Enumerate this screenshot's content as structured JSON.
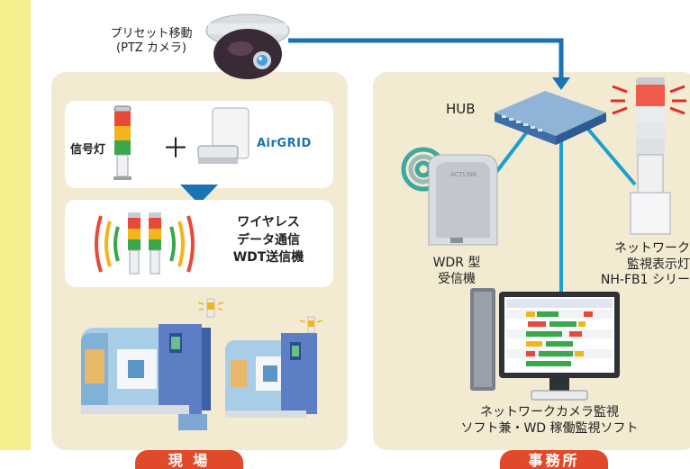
{
  "camera": {
    "label_line1": "プリセット移動",
    "label_line2": "(PTZ カメラ)"
  },
  "field": {
    "badge": "現 場",
    "signal_light_label": "信号灯",
    "plus": "＋",
    "airgrid_logo": "AirGRID",
    "wireless_line1": "ワイヤレス",
    "wireless_line2": "データ通信",
    "wireless_line3": "WDT送信機"
  },
  "office": {
    "badge": "事務所",
    "hub_label": "HUB",
    "receiver_line1": "WDR 型",
    "receiver_line2": "受信機",
    "receiver_brand": "ACTLINK",
    "tower_line1": "ネットワーク",
    "tower_line2": "監視表示灯",
    "tower_line3": "NH-FB1 シリー",
    "software_line1": "ネットワークカメラ監視",
    "software_line2": "ソフト兼・WD 稼働監視ソフト"
  },
  "colors": {
    "left_strip": "#f5ee8c",
    "panel_bg": "#f3ead2",
    "badge_red": "#e04a2a",
    "arrow_blue": "#1a73b5"
  }
}
